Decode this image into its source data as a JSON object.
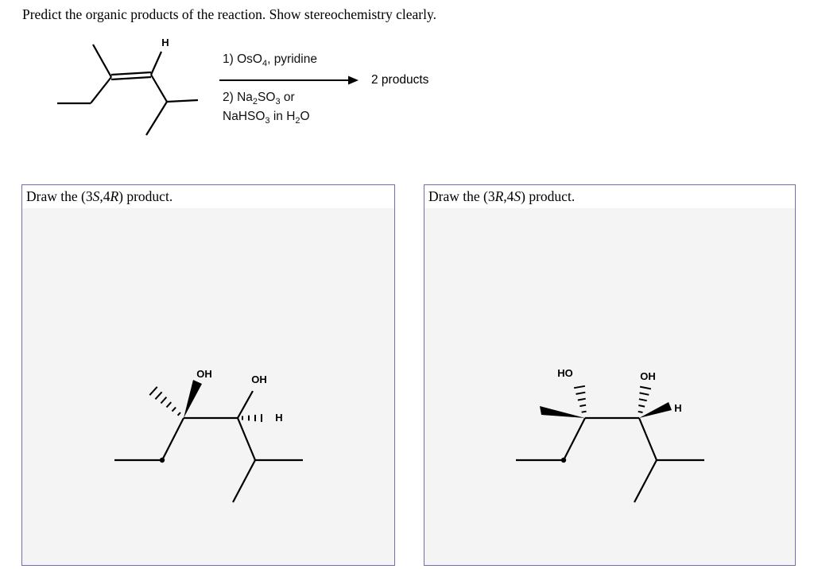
{
  "question": {
    "prompt": "Predict the organic products of the reaction. Show stereochemistry clearly."
  },
  "scheme": {
    "h_label": "H",
    "step1_pre": "1) OsO",
    "step1_sub": "4",
    "step1_post": ", pyridine",
    "step2_pre": "2) Na",
    "step2_sub1": "2",
    "step2_mid": "SO",
    "step2_sub2": "3",
    "step2_post": " or",
    "step3_pre": "NaHSO",
    "step3_sub1": "3",
    "step3_mid": " in H",
    "step3_sub2": "2",
    "step3_post": "O",
    "products_label": "2 products"
  },
  "panels": [
    {
      "title_pre": "Draw the (3",
      "stereo1": "S",
      "title_mid": ",4",
      "stereo2": "R",
      "title_post": ") product.",
      "labels": {
        "left_oh": "OH",
        "right_oh": "OH",
        "h": "H"
      }
    },
    {
      "title_pre": "Draw the (3",
      "stereo1": "R",
      "title_mid": ",4",
      "stereo2": "S",
      "title_post": ") product.",
      "labels": {
        "left_oh": "HO",
        "right_oh": "OH",
        "h": "H"
      }
    }
  ]
}
